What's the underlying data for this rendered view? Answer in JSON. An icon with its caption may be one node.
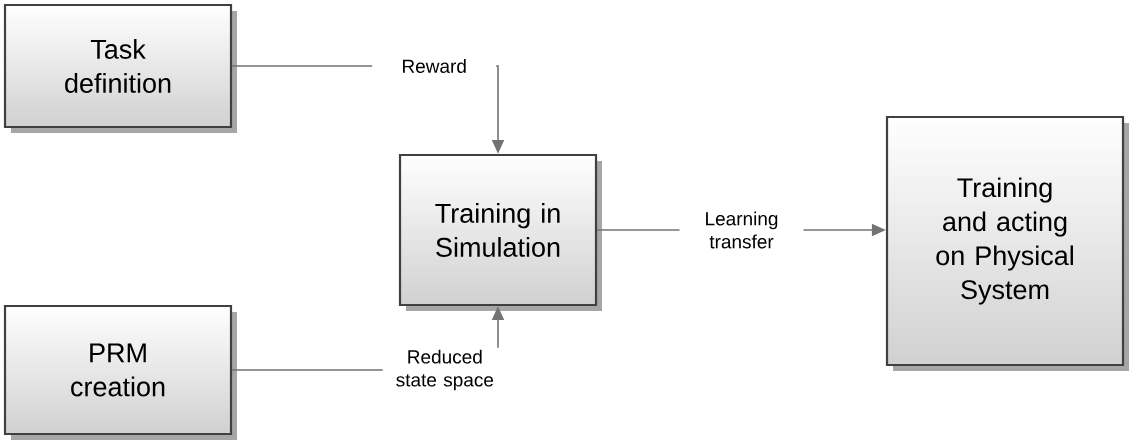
{
  "diagram": {
    "nodes": [
      {
        "text": [
          "Task definition"
        ]
      },
      {
        "text": [
          "PRM creation"
        ]
      },
      {
        "text": [
          "Training in Simulation"
        ]
      },
      {
        "text": [
          "Training and acting on Physical System"
        ]
      }
    ],
    "edges": [
      {
        "from": 0,
        "to": 2,
        "arrow": "to",
        "label": "Reward"
      },
      {
        "from": 1,
        "to": 2,
        "arrow": "to",
        "label": "Reduced state space"
      },
      {
        "from": 2,
        "to": 3,
        "arrow": "to",
        "label": "Learning transfer"
      }
    ]
  }
}
